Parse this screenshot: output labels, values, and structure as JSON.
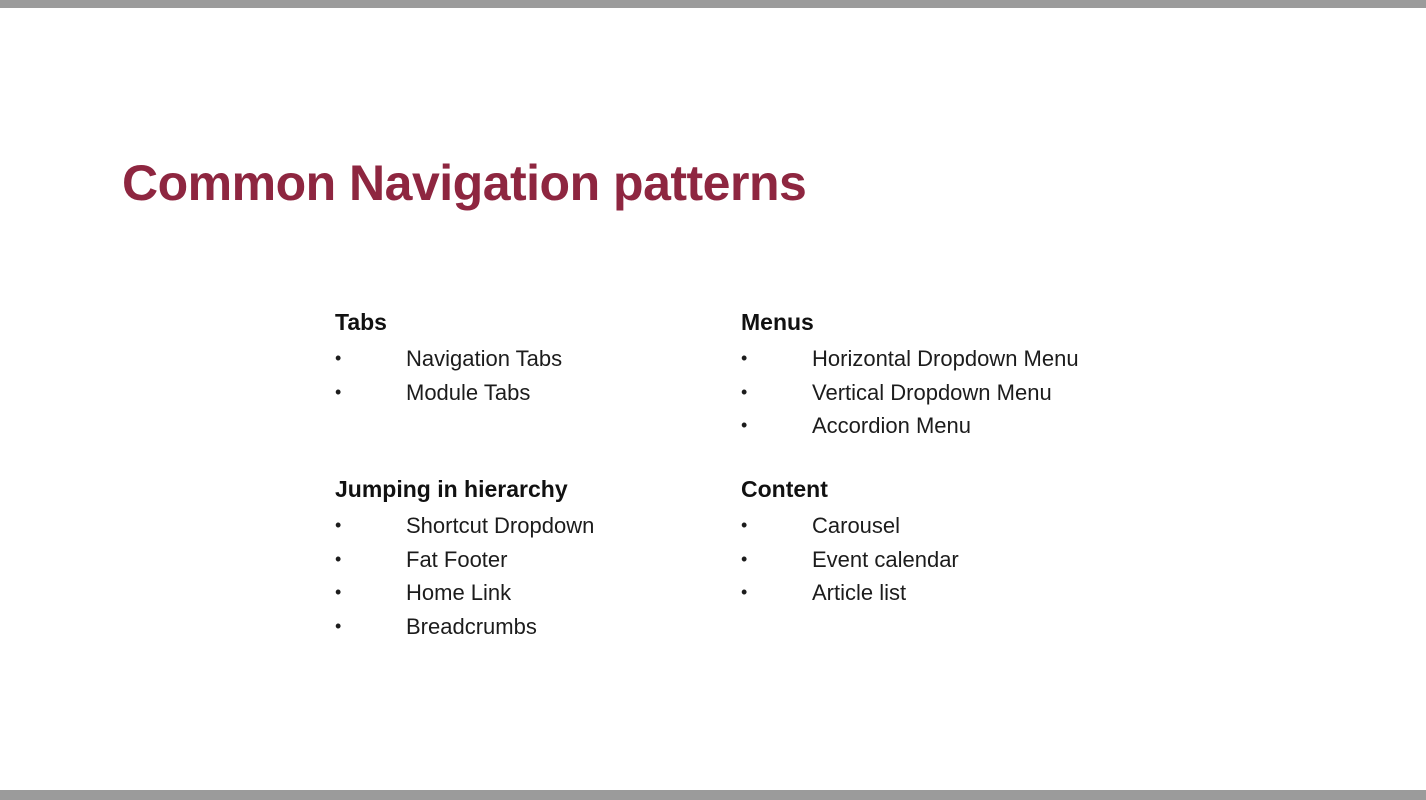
{
  "slide": {
    "title": "Common Navigation patterns",
    "title_color": "#8e2640",
    "bullet_char": "•",
    "groups": [
      {
        "heading": "Tabs",
        "items": [
          "Navigation Tabs",
          "Module Tabs"
        ]
      },
      {
        "heading": "Menus",
        "items": [
          "Horizontal Dropdown Menu",
          "Vertical Dropdown Menu",
          "Accordion Menu"
        ]
      },
      {
        "heading": "Jumping in hierarchy",
        "items": [
          "Shortcut Dropdown",
          "Fat Footer",
          "Home Link",
          "Breadcrumbs"
        ]
      },
      {
        "heading": "Content",
        "items": [
          "Carousel",
          "Event calendar",
          "Article list"
        ]
      }
    ]
  }
}
